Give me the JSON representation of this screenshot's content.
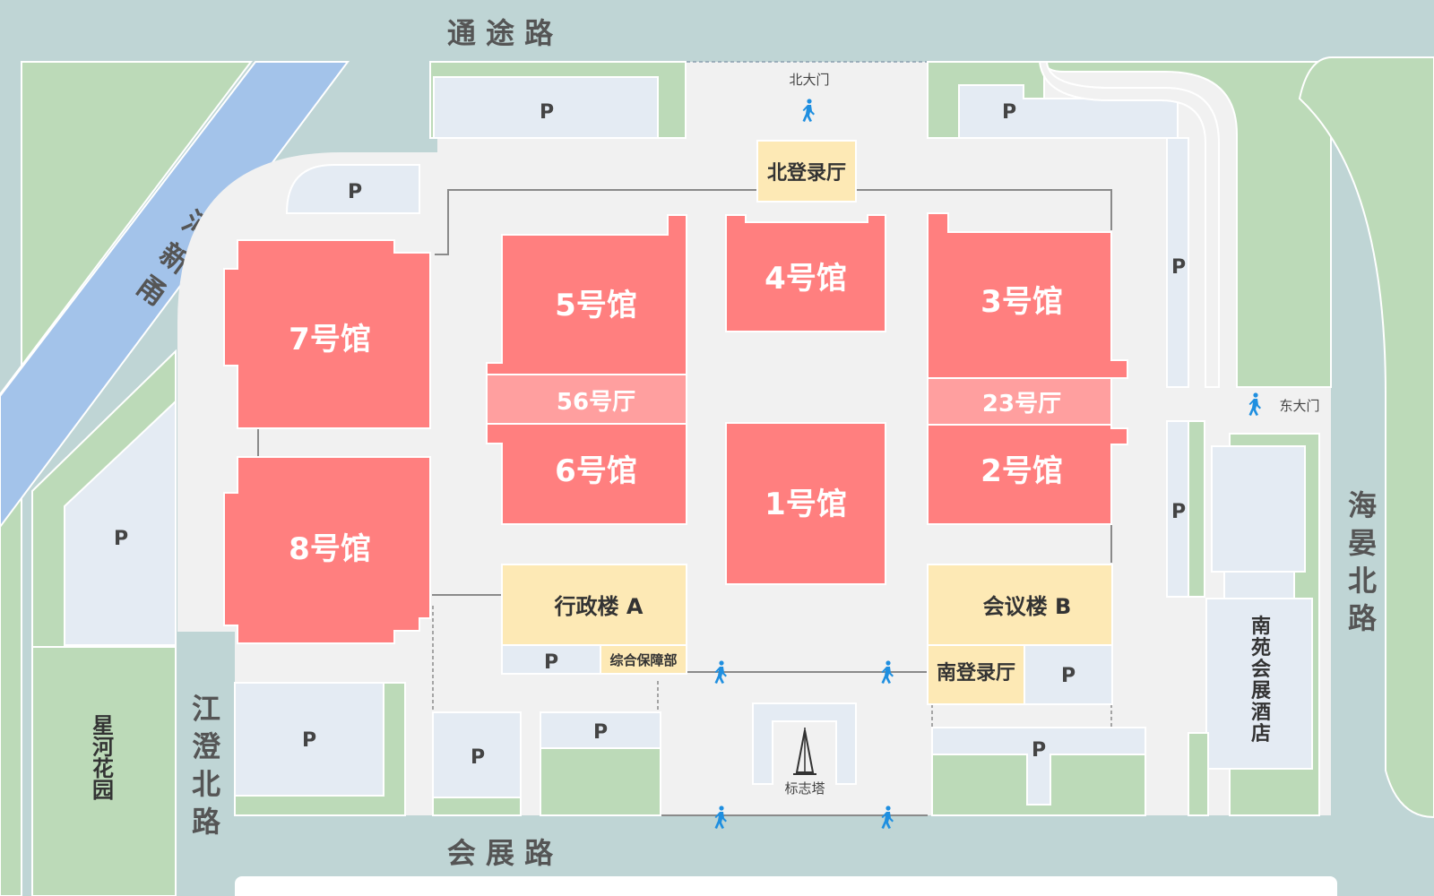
{
  "roads": {
    "north": "通 途 路",
    "south": "会 展 路",
    "east": "海晏北路",
    "west": "江澄北路",
    "river": "甬新河"
  },
  "garden": "星河花园",
  "gates": {
    "north": "北大门",
    "east": "东大门"
  },
  "halls": {
    "h1": "1号馆",
    "h2": "2号馆",
    "h3": "3号馆",
    "h4": "4号馆",
    "h5": "5号馆",
    "h6": "6号馆",
    "h7": "7号馆",
    "h8": "8号馆",
    "hall56": "56号厅",
    "hall23": "23号厅"
  },
  "buildings": {
    "north_lobby": "北登录厅",
    "south_lobby": "南登录厅",
    "admin": "行政楼 A",
    "meeting": "会议楼 B",
    "support": "综合保障部",
    "tower": "标志塔",
    "hotel": "南苑会展酒店"
  },
  "parking_label": "P",
  "colors": {
    "background": "#bfd5d5",
    "green": "#bcdab8",
    "ground": "#f1f1f1",
    "parking": "#e4ebf3",
    "hall": "#ff7f7f",
    "hall_connector": "#ff9f9f",
    "building": "#fde9b5",
    "river": "#a3c3ea",
    "pedestrian": "#1f8fe0"
  }
}
